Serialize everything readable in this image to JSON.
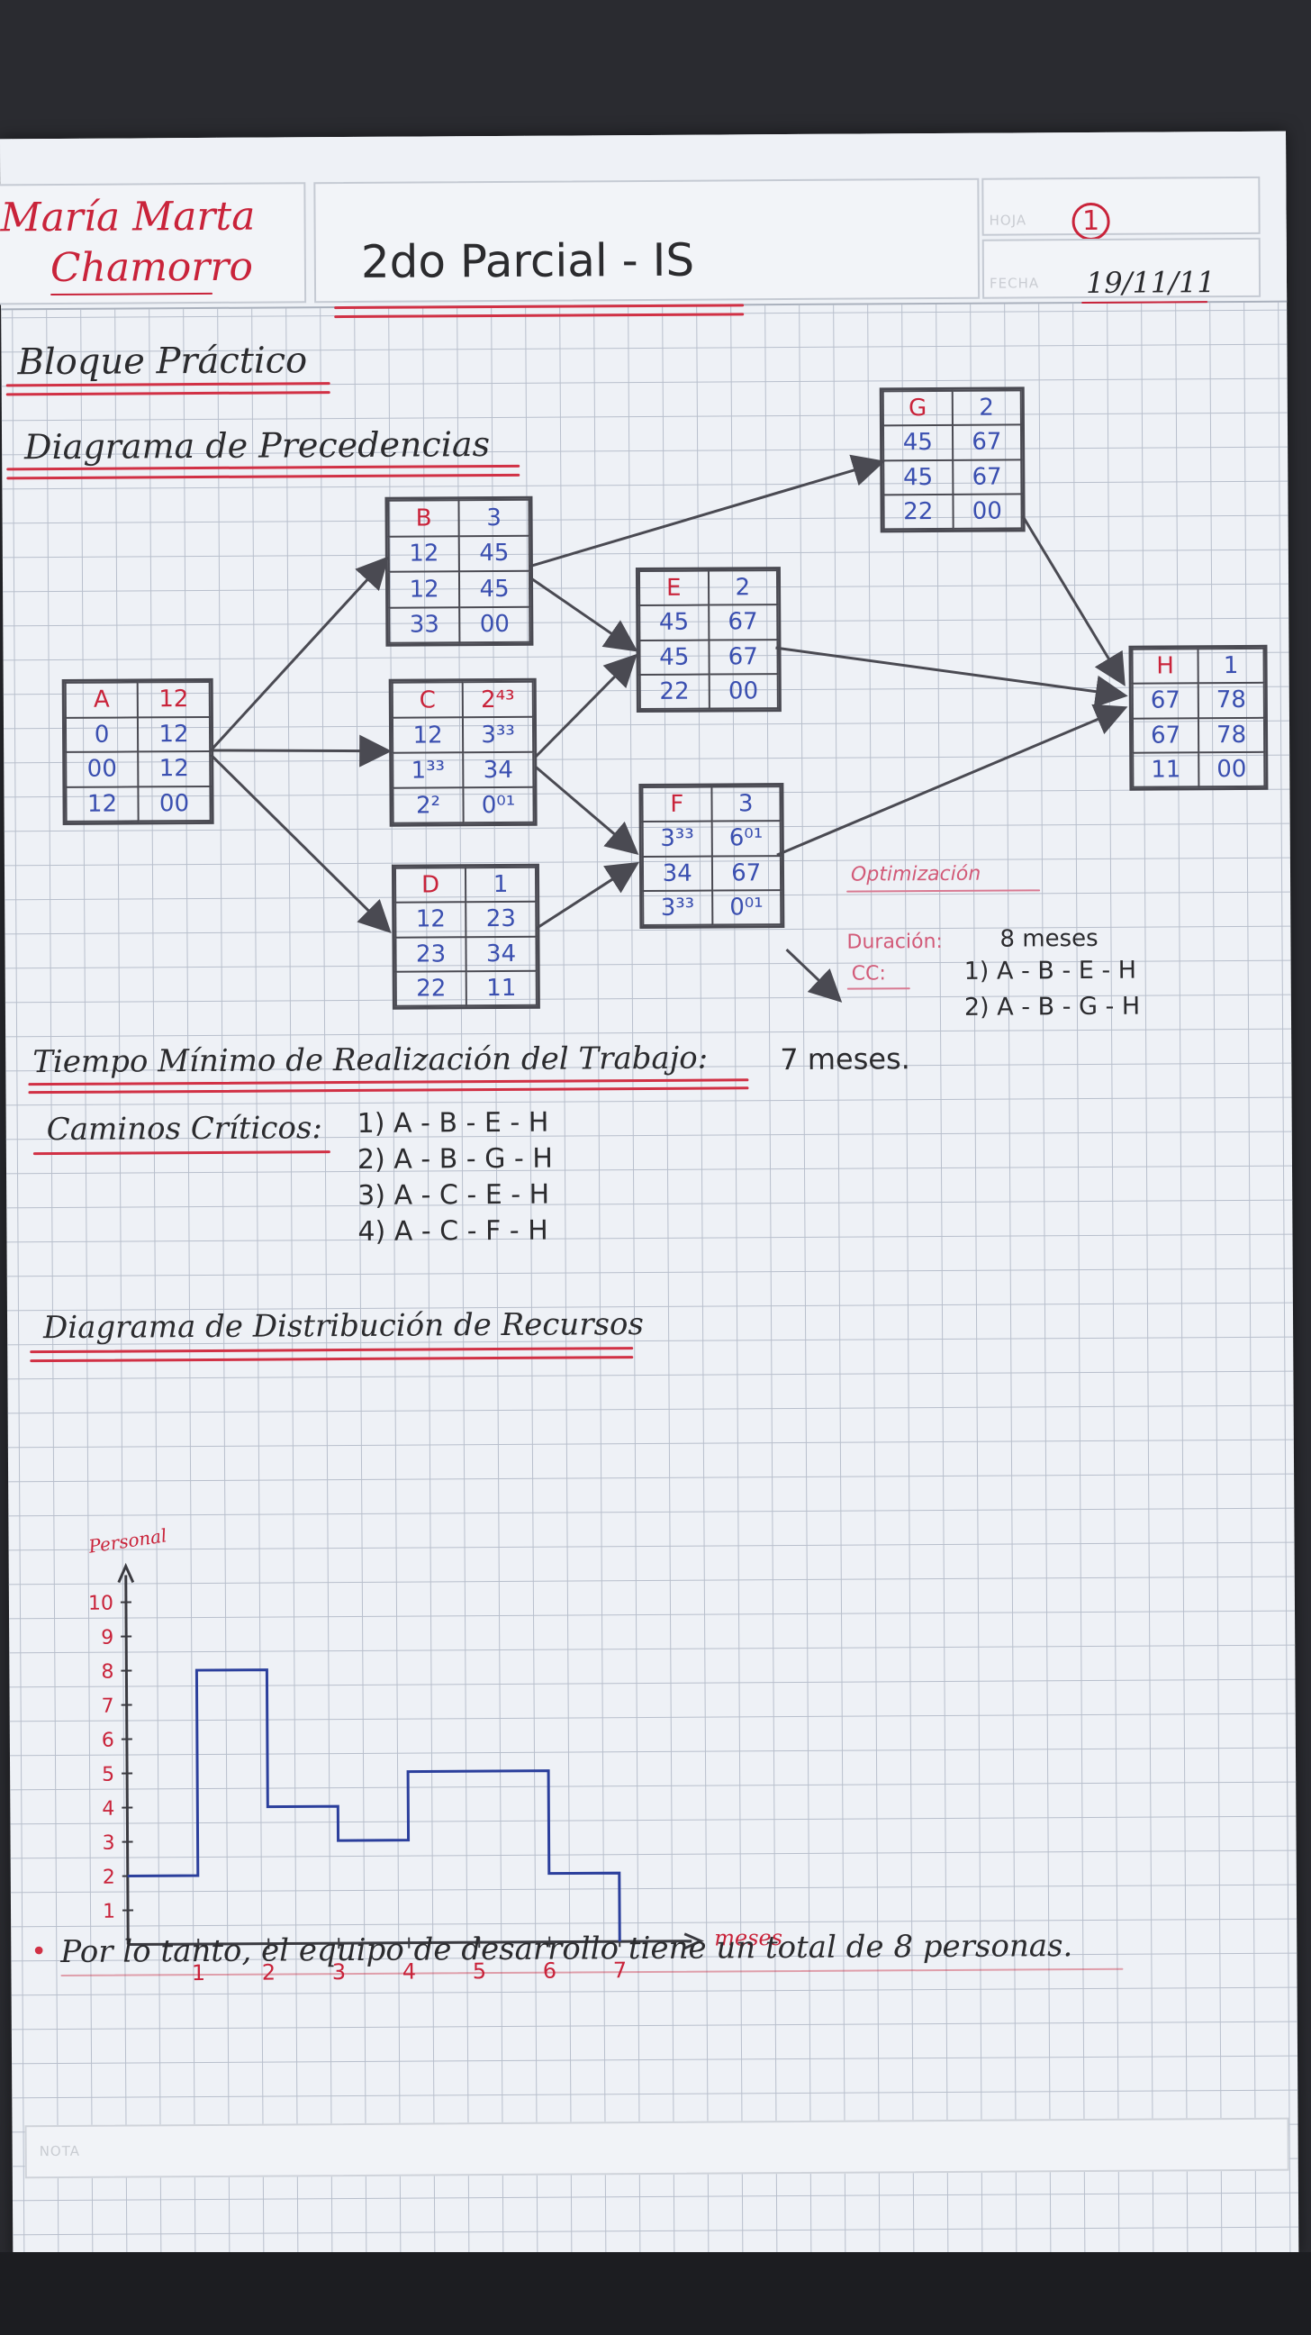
{
  "header": {
    "student_name_line1": "María Marta",
    "student_name_line2": "Chamorro",
    "title": "2do Parcial - IS",
    "hoja_label": "HOJA",
    "hoja_value": "1",
    "fecha_label": "FECHA",
    "fecha_value": "19/11/11"
  },
  "section_practical": "Bloque Práctico",
  "section_precedence": "Diagrama de Precedencias",
  "nodes": [
    {
      "name": "A",
      "dur": "12",
      "r1": [
        "0",
        "12"
      ],
      "r2": [
        "00",
        "12"
      ],
      "r3": [
        "12",
        "00"
      ]
    },
    {
      "name": "B",
      "dur": "3",
      "r1": [
        "12",
        "45"
      ],
      "r2": [
        "12",
        "45"
      ],
      "r3": [
        "33",
        "00"
      ]
    },
    {
      "name": "C",
      "dur": "2⁴³",
      "r1": [
        "12",
        "3³³"
      ],
      "r2": [
        "1³³",
        "34"
      ],
      "r3": [
        "2²",
        "0⁰¹"
      ]
    },
    {
      "name": "D",
      "dur": "1",
      "r1": [
        "12",
        "23"
      ],
      "r2": [
        "23",
        "34"
      ],
      "r3": [
        "22",
        "11"
      ]
    },
    {
      "name": "E",
      "dur": "2",
      "r1": [
        "45",
        "67"
      ],
      "r2": [
        "45",
        "67"
      ],
      "r3": [
        "22",
        "00"
      ]
    },
    {
      "name": "F",
      "dur": "3",
      "r1": [
        "3³³",
        "6⁰¹"
      ],
      "r2": [
        "34",
        "67"
      ],
      "r3": [
        "3³³",
        "0⁰¹"
      ]
    },
    {
      "name": "G",
      "dur": "2",
      "r1": [
        "45",
        "67"
      ],
      "r2": [
        "45",
        "67"
      ],
      "r3": [
        "22",
        "00"
      ]
    },
    {
      "name": "H",
      "dur": "1",
      "r1": [
        "67",
        "78"
      ],
      "r2": [
        "67",
        "78"
      ],
      "r3": [
        "11",
        "00"
      ]
    }
  ],
  "optimization": {
    "title": "Optimización",
    "duracion_label": "Duración:",
    "duracion_value": "8 meses",
    "cc_label": "CC:",
    "paths": [
      "1) A - B - E - H",
      "2) A - B - G - H"
    ]
  },
  "min_time_label": "Tiempo Mínimo de Realización del Trabajo:",
  "min_time_value": "7 meses.",
  "critical_label": "Caminos Críticos:",
  "critical_paths": [
    "1) A - B - E - H",
    "2) A - B - G - H",
    "3) A - C - E - H",
    "4) A - C - F - H"
  ],
  "section_resources": "Diagrama de Distribución de Recursos",
  "chart_data": {
    "type": "line",
    "step": true,
    "ylabel": "Personal",
    "xlabel": "meses",
    "yticks": [
      "1",
      "2",
      "3",
      "4",
      "5",
      "6",
      "7",
      "8",
      "9",
      "10"
    ],
    "xticks": [
      "1",
      "2",
      "3",
      "4",
      "5",
      "6",
      "7"
    ],
    "ylim": [
      0,
      10
    ],
    "xlim": [
      0,
      7
    ],
    "x": [
      0,
      1,
      2,
      3,
      4,
      6,
      7
    ],
    "values": [
      2,
      8,
      4,
      3,
      5,
      2,
      0
    ],
    "line_color": "#2b3f9c"
  },
  "conclusion": "Por lo tanto, el equipo de desarrollo tiene un total de 8 personas.",
  "nota_label": "NOTA"
}
